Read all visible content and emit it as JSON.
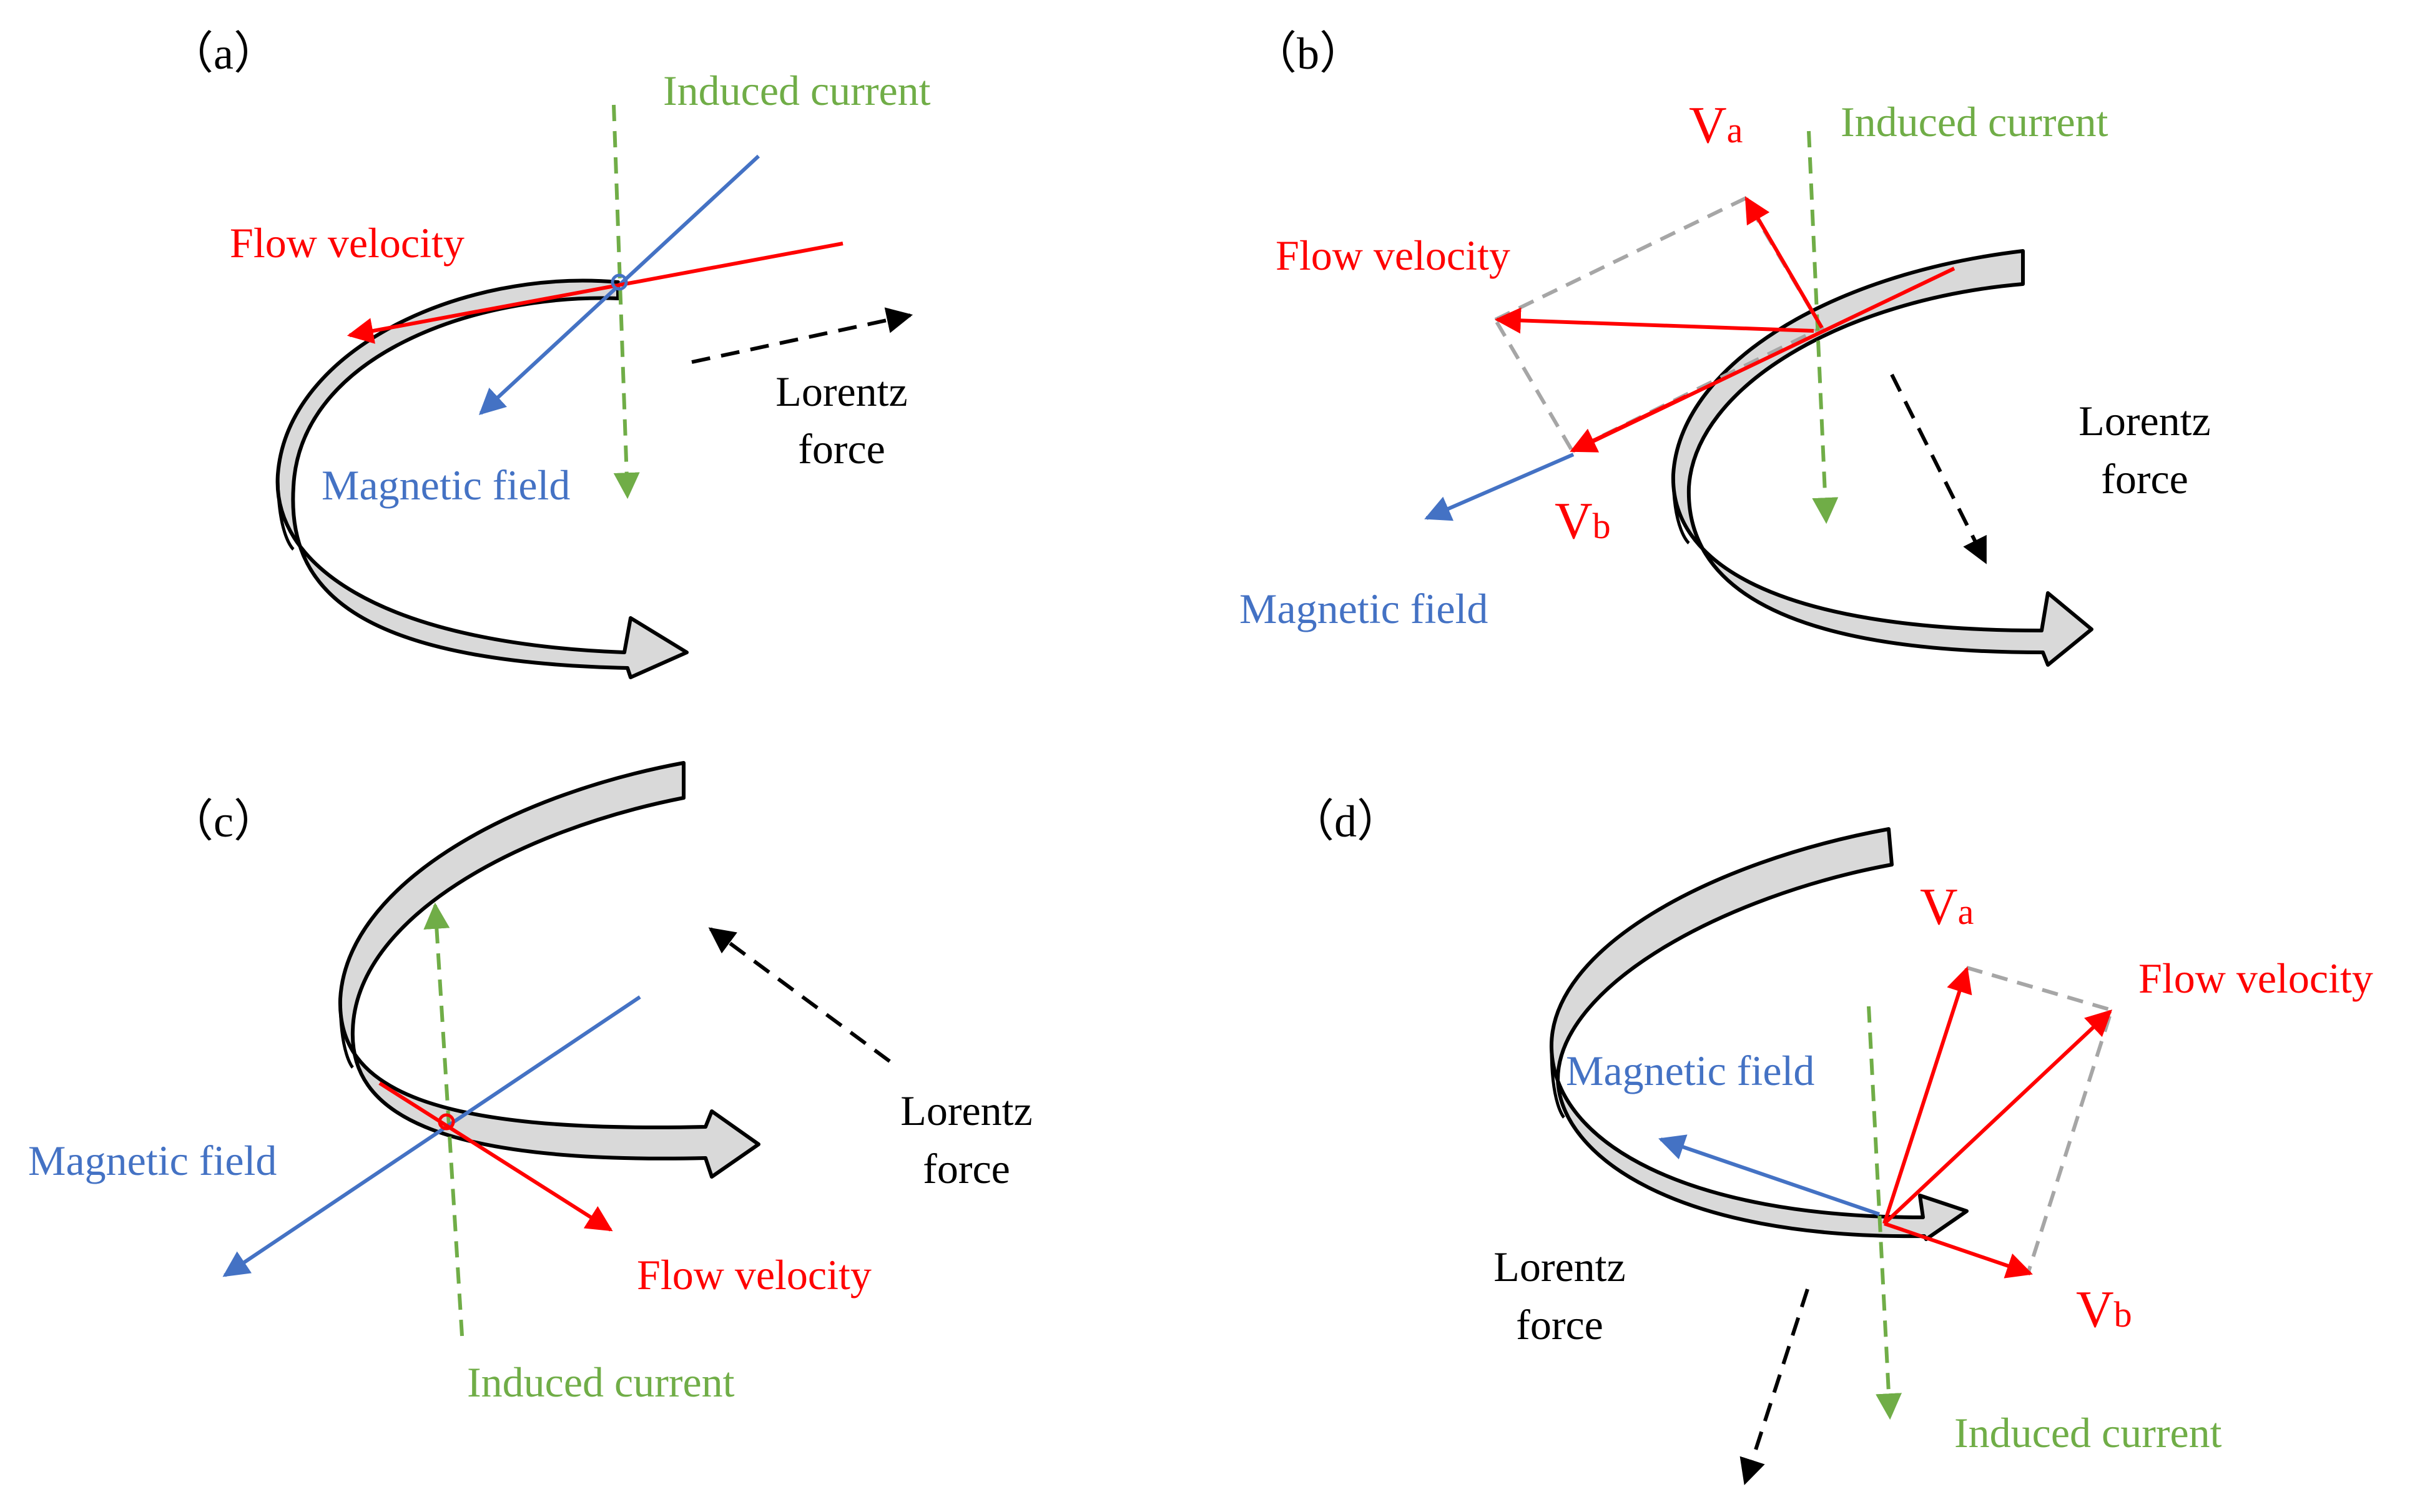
{
  "colors": {
    "flow_velocity": "#ff0000",
    "magnetic_field": "#4472c4",
    "induced_current": "#70ad47",
    "lorentz_force": "#000000",
    "parallelogram": "#a6a6a6",
    "ribbon_fill": "#d9d9d9"
  },
  "panels": {
    "a": {
      "tag": "（a）",
      "flow_velocity": "Flow velocity",
      "magnetic_field": "Magnetic field",
      "induced_current": "Induced current",
      "lorentz_line1": "Lorentz",
      "lorentz_line2": "force"
    },
    "b": {
      "tag": "（b）",
      "flow_velocity": "Flow velocity",
      "magnetic_field": "Magnetic field",
      "induced_current": "Induced current",
      "lorentz_line1": "Lorentz",
      "lorentz_line2": "force",
      "va_main": "V",
      "va_sub": "a",
      "vb_main": "V",
      "vb_sub": "b"
    },
    "c": {
      "tag": "（c）",
      "flow_velocity": "Flow velocity",
      "magnetic_field": "Magnetic field",
      "induced_current": "Induced current",
      "lorentz_line1": "Lorentz",
      "lorentz_line2": "force"
    },
    "d": {
      "tag": "（d）",
      "flow_velocity": "Flow velocity",
      "magnetic_field": "Magnetic field",
      "induced_current": "Induced current",
      "lorentz_line1": "Lorentz",
      "lorentz_line2": "force",
      "va_main": "V",
      "va_sub": "a",
      "vb_main": "V",
      "vb_sub": "b"
    }
  }
}
